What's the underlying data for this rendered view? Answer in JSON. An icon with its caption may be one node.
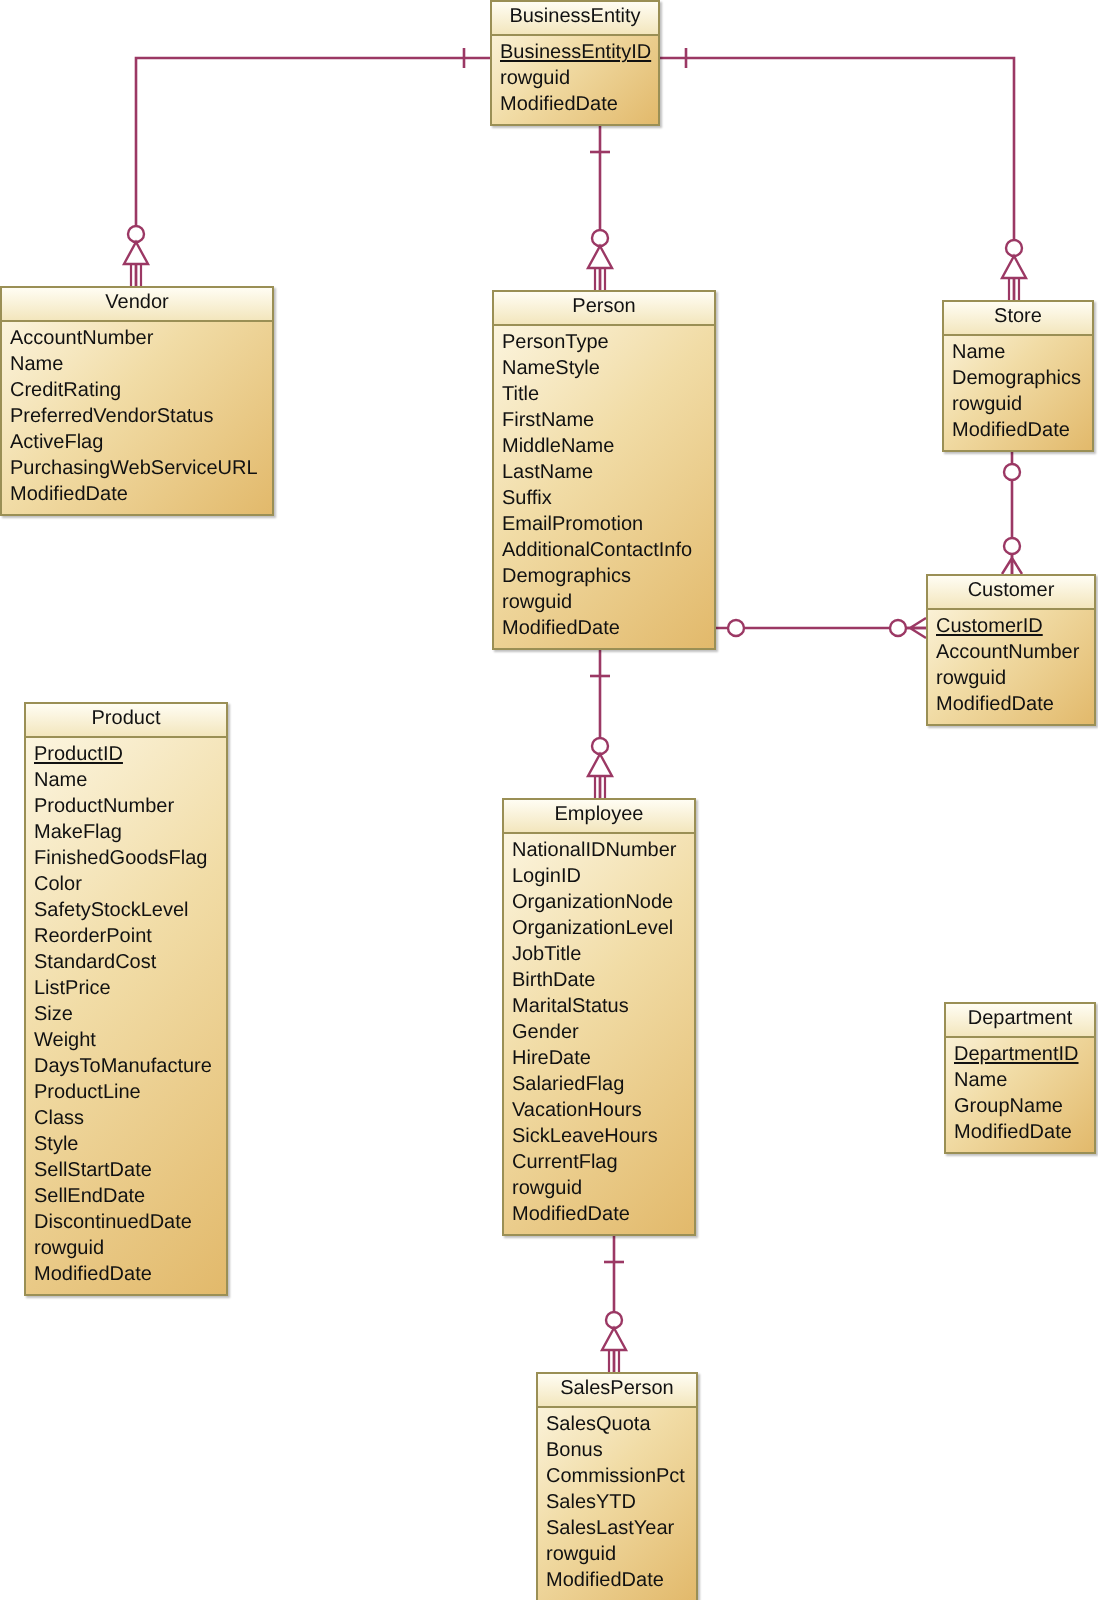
{
  "diagram": {
    "nodes": [
      {
        "text": [
          "BusinessEntity",
          "BusinessEntityID",
          "rowguid",
          "ModifiedDate"
        ]
      },
      {
        "text": [
          "Vendor",
          "AccountNumber",
          "Name",
          "CreditRating",
          "PreferredVendorStatus",
          "ActiveFlag",
          "PurchasingWebServiceURL",
          "ModifiedDate"
        ]
      },
      {
        "text": [
          "Person",
          "PersonType",
          "NameStyle",
          "Title",
          "FirstName",
          "MiddleName",
          "LastName",
          "Suffix",
          "EmailPromotion",
          "AdditionalContactInfo",
          "Demographics",
          "rowguid",
          "ModifiedDate"
        ]
      },
      {
        "text": [
          "Store",
          "Name",
          "Demographics",
          "rowguid",
          "ModifiedDate"
        ]
      },
      {
        "text": [
          "Customer",
          "CustomerID",
          "AccountNumber",
          "rowguid",
          "ModifiedDate"
        ]
      },
      {
        "text": [
          "Product",
          "ProductID",
          "Name",
          "ProductNumber",
          "MakeFlag",
          "FinishedGoodsFlag",
          "Color",
          "SafetyStockLevel",
          "ReorderPoint",
          "StandardCost",
          "ListPrice",
          "Size",
          "Weight",
          "DaysToManufacture",
          "ProductLine",
          "Class",
          "Style",
          "SellStartDate",
          "SellEndDate",
          "DiscontinuedDate",
          "rowguid",
          "ModifiedDate"
        ]
      },
      {
        "text": [
          "Employee",
          "NationalIDNumber",
          "LoginID",
          "OrganizationNode",
          "OrganizationLevel",
          "JobTitle",
          "BirthDate",
          "MaritalStatus",
          "Gender",
          "HireDate",
          "SalariedFlag",
          "VacationHours",
          "SickLeaveHours",
          "CurrentFlag",
          "rowguid",
          "ModifiedDate"
        ]
      },
      {
        "text": [
          "Department",
          "DepartmentID",
          "Name",
          "GroupName",
          "ModifiedDate"
        ]
      },
      {
        "text": [
          "SalesPerson",
          "SalesQuota",
          "Bonus",
          "CommissionPct",
          "SalesYTD",
          "SalesLastYear",
          "rowguid",
          "ModifiedDate"
        ]
      }
    ],
    "edges": [
      {
        "from": 0,
        "to": 1,
        "arrow": "other"
      },
      {
        "from": 0,
        "to": 2,
        "arrow": "other"
      },
      {
        "from": 0,
        "to": 3,
        "arrow": "other"
      },
      {
        "from": 3,
        "to": 4,
        "arrow": "other"
      },
      {
        "from": 2,
        "to": 4,
        "arrow": "other"
      },
      {
        "from": 2,
        "to": 6,
        "arrow": "other"
      },
      {
        "from": 6,
        "to": 8,
        "arrow": "other"
      }
    ]
  }
}
